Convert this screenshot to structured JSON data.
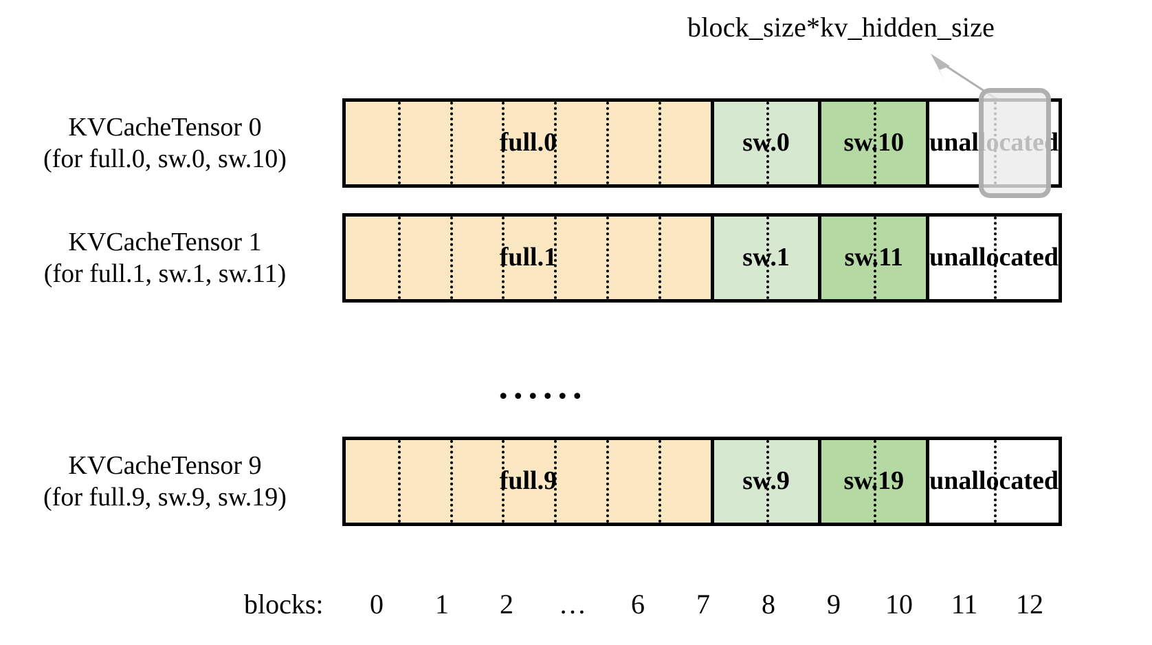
{
  "annotation": {
    "label": "block_size*kv_hidden_size",
    "arrow_icon": "arrow-up-left-icon"
  },
  "rows": [
    {
      "label_line1": "KVCacheTensor 0",
      "label_line2": "(for full.0, sw.0, sw.10)",
      "segments": [
        {
          "name": "full",
          "text": "full.0",
          "blocks": 7,
          "color": "#fbe8c2"
        },
        {
          "name": "sw-light",
          "text": "sw.0",
          "blocks": 2,
          "color": "#d7e8d0"
        },
        {
          "name": "sw-dark",
          "text": "sw.10",
          "blocks": 2,
          "color": "#b5d9a2"
        },
        {
          "name": "unallocated",
          "text": "unallocated",
          "blocks": 2,
          "color": "#ffffff"
        }
      ]
    },
    {
      "label_line1": "KVCacheTensor 1",
      "label_line2": "(for full.1, sw.1, sw.11)",
      "segments": [
        {
          "name": "full",
          "text": "full.1",
          "blocks": 7,
          "color": "#fbe8c2"
        },
        {
          "name": "sw-light",
          "text": "sw.1",
          "blocks": 2,
          "color": "#d7e8d0"
        },
        {
          "name": "sw-dark",
          "text": "sw.11",
          "blocks": 2,
          "color": "#b5d9a2"
        },
        {
          "name": "unallocated",
          "text": "unallocated",
          "blocks": 2,
          "color": "#ffffff"
        }
      ]
    },
    {
      "label_line1": "KVCacheTensor 9",
      "label_line2": "(for full.9, sw.9, sw.19)",
      "segments": [
        {
          "name": "full",
          "text": "full.9",
          "blocks": 7,
          "color": "#fbe8c2"
        },
        {
          "name": "sw-light",
          "text": "sw.9",
          "blocks": 2,
          "color": "#d7e8d0"
        },
        {
          "name": "sw-dark",
          "text": "sw.19",
          "blocks": 2,
          "color": "#b5d9a2"
        },
        {
          "name": "unallocated",
          "text": "unallocated",
          "blocks": 2,
          "color": "#ffffff"
        }
      ]
    }
  ],
  "ellipsis": "......",
  "axis": {
    "title": "blocks:",
    "ticks": [
      "0",
      "1",
      "2",
      "…",
      "6",
      "7",
      "8",
      "9",
      "10",
      "11",
      "12"
    ]
  },
  "colors": {
    "full": "#fbe8c2",
    "sw_light": "#d7e8d0",
    "sw_dark": "#b5d9a2",
    "unallocated": "#ffffff",
    "outline": "#000000",
    "highlight": "#aaaaaa"
  }
}
